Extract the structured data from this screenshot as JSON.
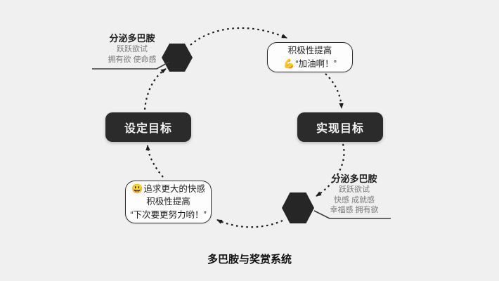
{
  "title": "多巴胺与奖赏系统",
  "colors": {
    "background": "#f0f0f0",
    "node_fill": "#2b2b2b",
    "node_text": "#f2f2f2",
    "hexagon_fill": "#262626",
    "line_ink": "#1c1c1c",
    "muted_text": "#7a7a7a",
    "callout_bg": "#fdfdfd"
  },
  "nodes": {
    "set_goal": {
      "label": "设定目标"
    },
    "achieve_goal": {
      "label": "实现目标"
    }
  },
  "callouts": {
    "top_right": {
      "line1": "积极性提高",
      "icon": "💪",
      "quote": "“加油啊！”"
    },
    "bottom_left": {
      "icon": "😃",
      "line1": "追求更大的快感",
      "line2": "积极性提高",
      "line3": "“下次要更努力哟！”"
    }
  },
  "annotations": {
    "top_left": {
      "heading": "分泌多巴胺",
      "lines": [
        "跃跃欲试",
        "拥有欲 使命感"
      ]
    },
    "bottom_right": {
      "heading": "分泌多巴胺",
      "lines": [
        "跃跃欲试",
        "快感 成就感",
        "幸福感 拥有欲"
      ]
    }
  }
}
